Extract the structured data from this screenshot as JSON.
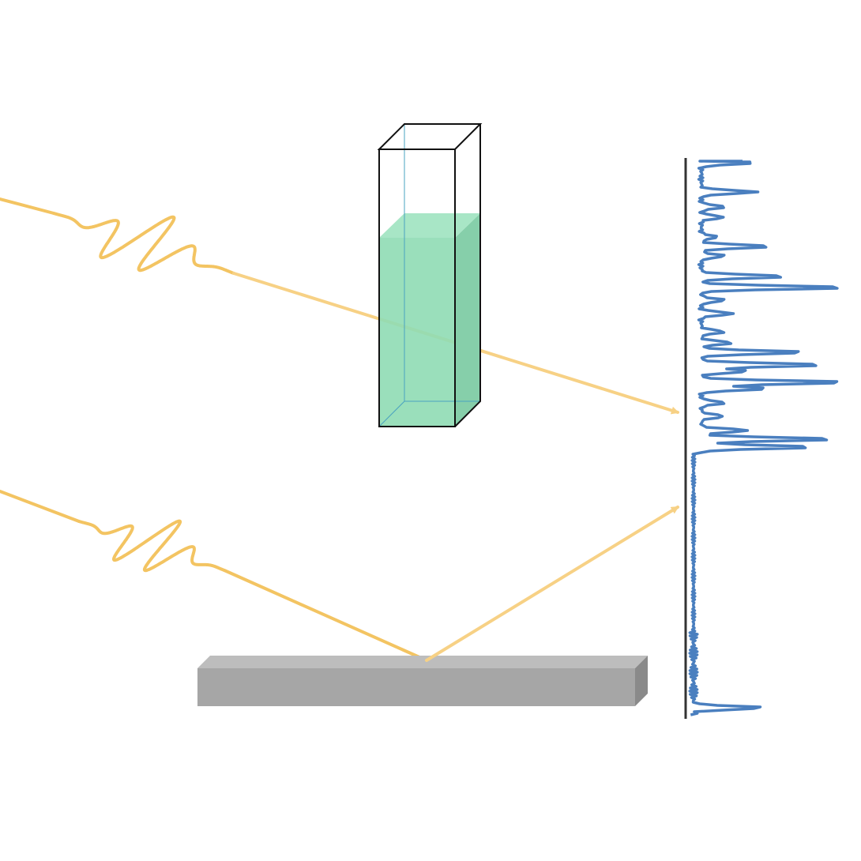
{
  "colors": {
    "background": "#ffffff",
    "beam": "#f3c462",
    "beam_light": "#f7d185",
    "liquid": "#8fdcb4",
    "liquid_top": "#a8e6c6",
    "liquid_side": "#86cfaa",
    "cuvette_edge": "#111111",
    "cuvette_inner_edge": "#4aa3c0",
    "substrate_front": "#a6a6a6",
    "substrate_top": "#bdbdbd",
    "substrate_side": "#8a8a8a",
    "spectrum": "#4a7fbf",
    "detector_axis": "#333333"
  },
  "elements": {
    "upper_pulse": "wave-packet",
    "lower_pulse": "wave-packet",
    "sample_cell": "liquid-cuvette",
    "reflector": "gray-slab",
    "detector": "spectrum-trace"
  }
}
